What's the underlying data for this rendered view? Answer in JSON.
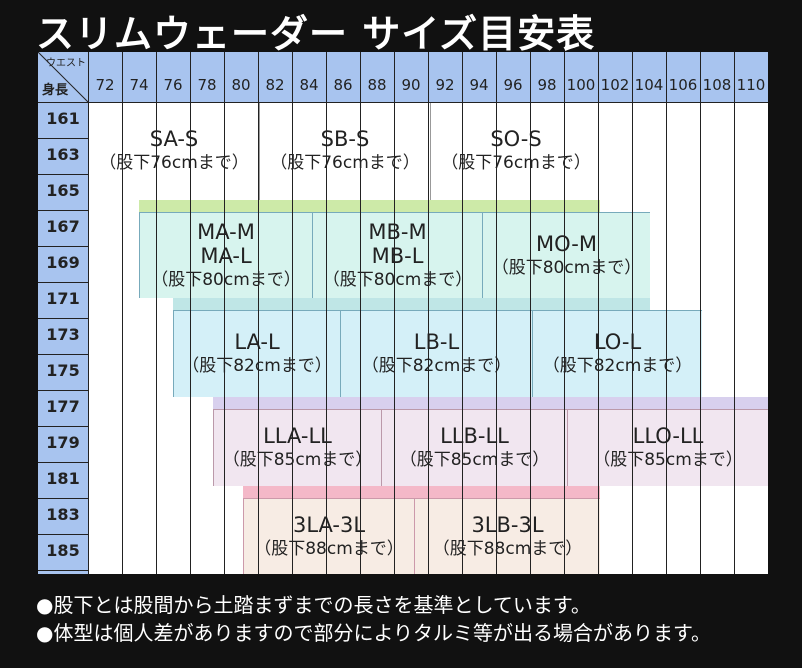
{
  "title": "スリムウェーダー サイズ目安表",
  "corner": {
    "waist_label": "ウエスト",
    "height_label": "身長"
  },
  "waist": [
    "72",
    "74",
    "76",
    "78",
    "80",
    "82",
    "84",
    "86",
    "88",
    "90",
    "92",
    "94",
    "96",
    "98",
    "100",
    "102",
    "104",
    "106",
    "108",
    "110"
  ],
  "height": [
    "161",
    "163",
    "165",
    "167",
    "169",
    "171",
    "173",
    "175",
    "177",
    "179",
    "181",
    "183",
    "185"
  ],
  "zones": [
    {
      "code": "SA-S",
      "note": "（股下76cmまで）"
    },
    {
      "code": "SB-S",
      "note": "（股下76cmまで）"
    },
    {
      "code": "SO-S",
      "note": "（股下76cmまで）"
    },
    {
      "code": "MA-M",
      "code2": "MA-L",
      "note": "（股下80cmまで）"
    },
    {
      "code": "MB-M",
      "code2": "MB-L",
      "note": "（股下80cmまで）"
    },
    {
      "code": "MO-M",
      "note": "（股下80cmまで）"
    },
    {
      "code": "LA-L",
      "note": "（股下82cmまで）"
    },
    {
      "code": "LB-L",
      "note": "（股下82cmまで）"
    },
    {
      "code": "LO-L",
      "note": "（股下82cmまで）"
    },
    {
      "code": "LLA-LL",
      "note": "（股下85cmまで）"
    },
    {
      "code": "LLB-LL",
      "note": "（股下85cmまで）"
    },
    {
      "code": "LLO-LL",
      "note": "（股下85cmまで）"
    },
    {
      "code": "3LA-3L",
      "note": "（股下88cmまで）"
    },
    {
      "code": "3LB-3L",
      "note": "（股下88cmまで）"
    }
  ],
  "colors": {
    "header": "#a8c4ef",
    "s_zone": "#ffffff",
    "m_zone": "#d7f4ee",
    "l_zone": "#d4f0f8",
    "ll_zone": "#f1e6f0",
    "xl_zone": "#f7ece4",
    "strip_green": "#cdeaa8",
    "strip_teal": "#bfe6e6",
    "strip_lav": "#d8d0ee",
    "strip_pink": "#f4b8c8"
  },
  "notes": [
    "●股下とは股間から土踏まずまでの長さを基準としています。",
    "●体型は個人差がありますので部分によりタルミ等が出る場合があります。"
  ]
}
